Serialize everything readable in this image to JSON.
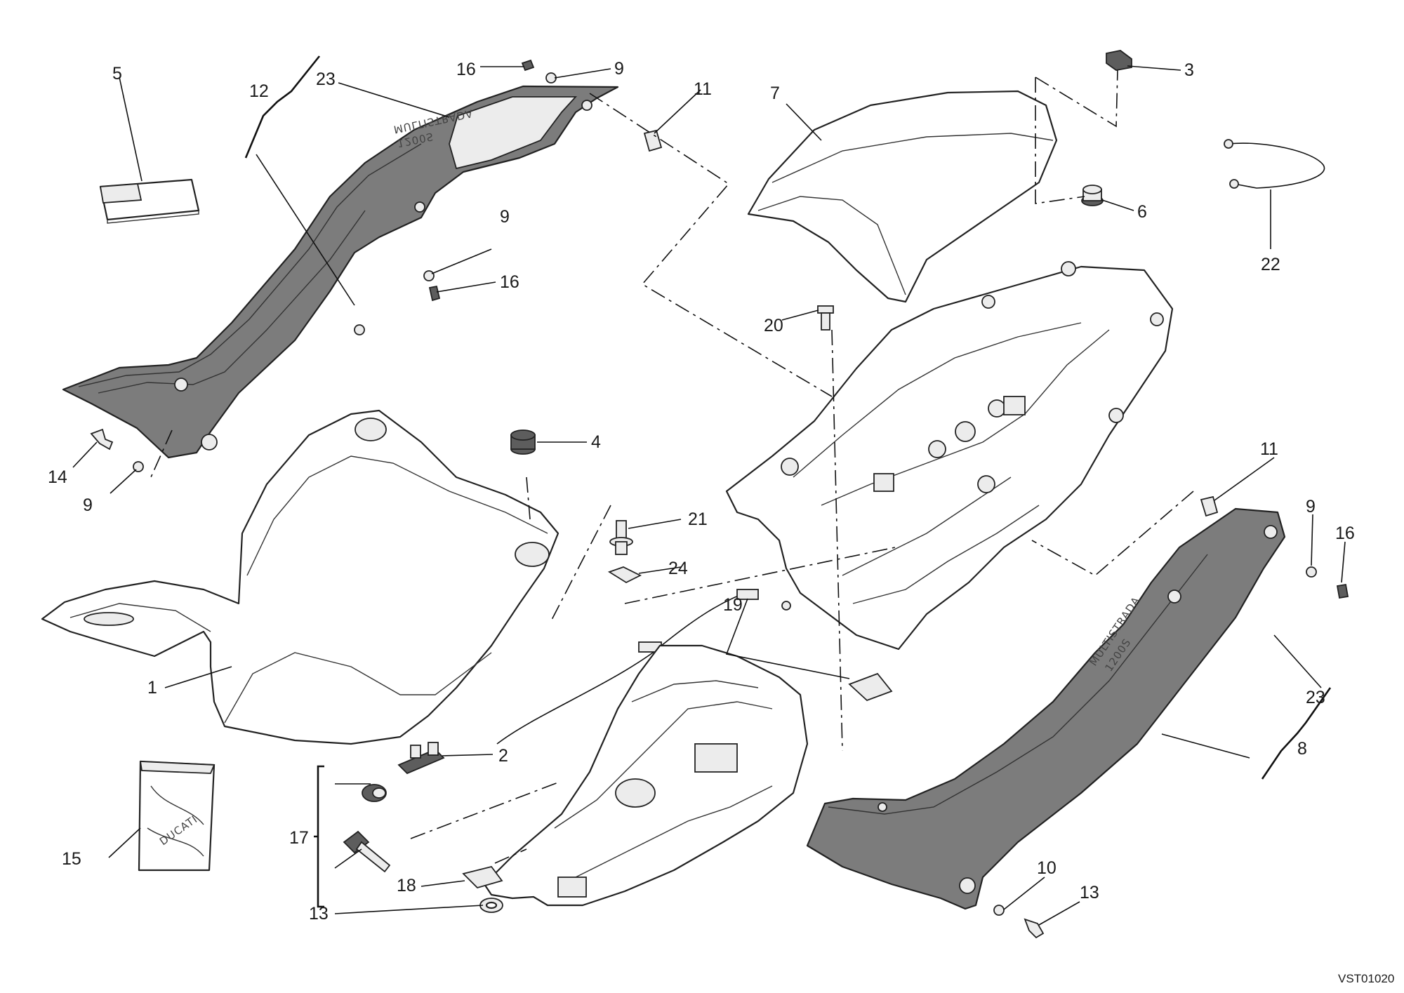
{
  "diagram": {
    "drawing_code": "VST01020",
    "callouts": [
      {
        "id": "c1",
        "label": "1"
      },
      {
        "id": "c2",
        "label": "2"
      },
      {
        "id": "c3",
        "label": "3"
      },
      {
        "id": "c4",
        "label": "4"
      },
      {
        "id": "c5",
        "label": "5"
      },
      {
        "id": "c6",
        "label": "6"
      },
      {
        "id": "c7",
        "label": "7"
      },
      {
        "id": "c8",
        "label": "8"
      },
      {
        "id": "c9a",
        "label": "9"
      },
      {
        "id": "c9b",
        "label": "9"
      },
      {
        "id": "c9c",
        "label": "9"
      },
      {
        "id": "c10a",
        "label": "10"
      },
      {
        "id": "c10b",
        "label": "10"
      },
      {
        "id": "c11a",
        "label": "11"
      },
      {
        "id": "c11b",
        "label": "11"
      },
      {
        "id": "c12",
        "label": "12"
      },
      {
        "id": "c13a",
        "label": "13"
      },
      {
        "id": "c13b",
        "label": "13"
      },
      {
        "id": "c14",
        "label": "14"
      },
      {
        "id": "c15",
        "label": "15"
      },
      {
        "id": "c16a",
        "label": "16"
      },
      {
        "id": "c16b",
        "label": "16"
      },
      {
        "id": "c16c",
        "label": "16"
      },
      {
        "id": "c17",
        "label": "17"
      },
      {
        "id": "c18",
        "label": "18"
      },
      {
        "id": "c19",
        "label": "19"
      },
      {
        "id": "c20",
        "label": "20"
      },
      {
        "id": "c21",
        "label": "21"
      },
      {
        "id": "c22",
        "label": "22"
      },
      {
        "id": "c23a",
        "label": "23"
      },
      {
        "id": "c23b",
        "label": "23"
      },
      {
        "id": "c24",
        "label": "24"
      }
    ],
    "decals": {
      "left_cover_line1": "MULTISTRADA",
      "left_cover_line2": "1200S",
      "right_cover_line1": "MULTISTRADA",
      "right_cover_line2": "1200S",
      "bag_logo": "DUCATI"
    }
  }
}
